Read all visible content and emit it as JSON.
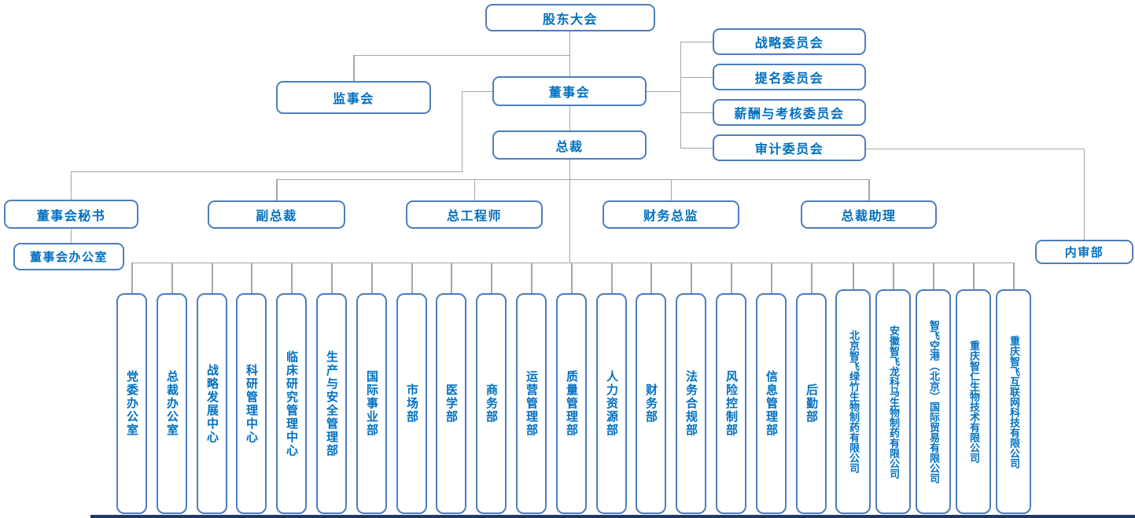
{
  "colors": {
    "box_border": "#4E7DBB",
    "box_text": "#0070C0",
    "connector_line": "#A6A6A6",
    "bottom_bar": "#1F3864"
  },
  "org": {
    "shareholders_meeting": "股东大会",
    "supervisory_board": "监事会",
    "board_of_directors": "董事会",
    "president": "总裁",
    "committees": [
      {
        "label": "战略委员会"
      },
      {
        "label": "提名委员会"
      },
      {
        "label": "薪酬与考核委员会"
      },
      {
        "label": "审计委员会"
      }
    ],
    "executives": [
      {
        "label": "董事会秘书"
      },
      {
        "label": "副总裁"
      },
      {
        "label": "总工程师"
      },
      {
        "label": "财务总监"
      },
      {
        "label": "总裁助理"
      }
    ],
    "board_office": "董事会办公室",
    "internal_audit_dept": "内审部",
    "departments": [
      {
        "label": "党委办公室"
      },
      {
        "label": "总裁办公室"
      },
      {
        "label": "战略发展中心"
      },
      {
        "label": "科研管理中心"
      },
      {
        "label": "临床研究管理中心"
      },
      {
        "label": "生产与安全管理部"
      },
      {
        "label": "国际事业部"
      },
      {
        "label": "市场部"
      },
      {
        "label": "医学部"
      },
      {
        "label": "商务部"
      },
      {
        "label": "运营管理部"
      },
      {
        "label": "质量管理部"
      },
      {
        "label": "人力资源部"
      },
      {
        "label": "财务部"
      },
      {
        "label": "法务合规部"
      },
      {
        "label": "风险控制部"
      },
      {
        "label": "信息管理部"
      },
      {
        "label": "后勤部"
      }
    ],
    "subsidiaries": [
      {
        "label": "北京智飞绿竹生物制药有限公司"
      },
      {
        "label": "安徽智飞龙科马生物制药有限公司"
      },
      {
        "label": "智飞空港（北京）国际贸易有限公司"
      },
      {
        "label": "重庆智仁生物技术有限公司"
      },
      {
        "label": "重庆智飞互联网科技有限公司"
      }
    ]
  }
}
